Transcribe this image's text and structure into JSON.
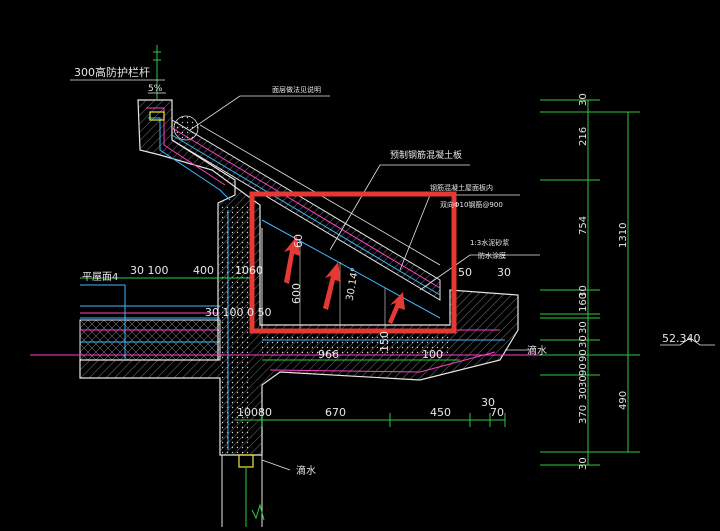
{
  "labels": {
    "railing": "300高防护栏杆",
    "railing_slope": "5%",
    "top_note": "面层做法见说明",
    "precast_slab": "预制钢筋混凝土板",
    "slab_note_1": "钢筋混凝土屋面板内",
    "slab_note_2": "双向Φ10钢筋@900",
    "mortar_1": "1:3水泥砂浆",
    "mortar_2": "防水涂膜",
    "flat_roof": "平屋面4",
    "drip_right": "滴水",
    "drip_bottom": "滴水",
    "elevation": "52.340",
    "slope_angle": "30.14°"
  },
  "dims_right_outer": [
    "30",
    "216",
    "754",
    "160",
    "30",
    "30",
    "30",
    "90",
    "90",
    "30",
    "30",
    "370",
    "30"
  ],
  "dims_right_outer_extra": [
    "490"
  ],
  "dims_right_inner": [
    "1310"
  ],
  "dims_internal": {
    "d30_100": "30 100",
    "d400": "400",
    "d1060": "1060",
    "d600": "600",
    "d60": "60",
    "d150": "150",
    "d50": "50",
    "d30a": "30",
    "d30_100_50": "30 100 0 50",
    "d966": "966",
    "d100": "100",
    "d10080": "10080",
    "d670": "670",
    "d450": "450",
    "d30b": "30",
    "d70": "70"
  },
  "colors": {
    "background": "#000000",
    "outline": "#e6e6e6",
    "dim_green": "#2ecc40",
    "highlight_red": "#e53935",
    "magenta": "#ff3ec8",
    "cyan": "#3fb6ff",
    "yellow": "#e8e83a"
  }
}
